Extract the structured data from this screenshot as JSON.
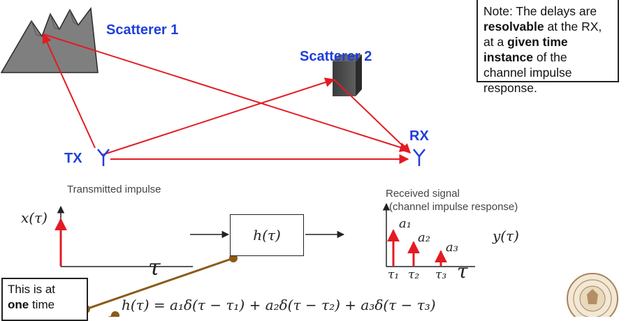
{
  "labels": {
    "scatterer1": "Scatterer 1",
    "scatterer2": "Scatterer 2",
    "tx": "TX",
    "rx": "RX",
    "transmitted": "Transmitted impulse",
    "received_line1": "Received signal",
    "received_line2": "(channel impulse response)"
  },
  "note": {
    "pre": "Note: The delays are ",
    "bold1": "resolvable",
    "mid1": " at the RX, at a ",
    "bold2": "given time instance",
    "post": " of the channel impulse response."
  },
  "side_note": {
    "pre": "This is at ",
    "bold": "one",
    "post": " time"
  },
  "math": {
    "x_of_tau": "x(τ)",
    "y_of_tau": "y(τ)",
    "h_of_tau": "h(τ)",
    "tau": "τ",
    "a1": "a₁",
    "a2": "a₂",
    "a3": "a₃",
    "tau1": "τ₁",
    "tau2": "τ₂",
    "tau3": "τ₃",
    "equation": "h(τ) = a₁δ(τ − τ₁) + a₂δ(τ − τ₂) + a₃δ(τ − τ₃)"
  },
  "colors": {
    "ray": "#e31b23",
    "label_blue": "#1f3fd9",
    "antenna": "#1f3fd9",
    "pointer": "#8b5a1a",
    "mountain": "#7f7f7f"
  }
}
